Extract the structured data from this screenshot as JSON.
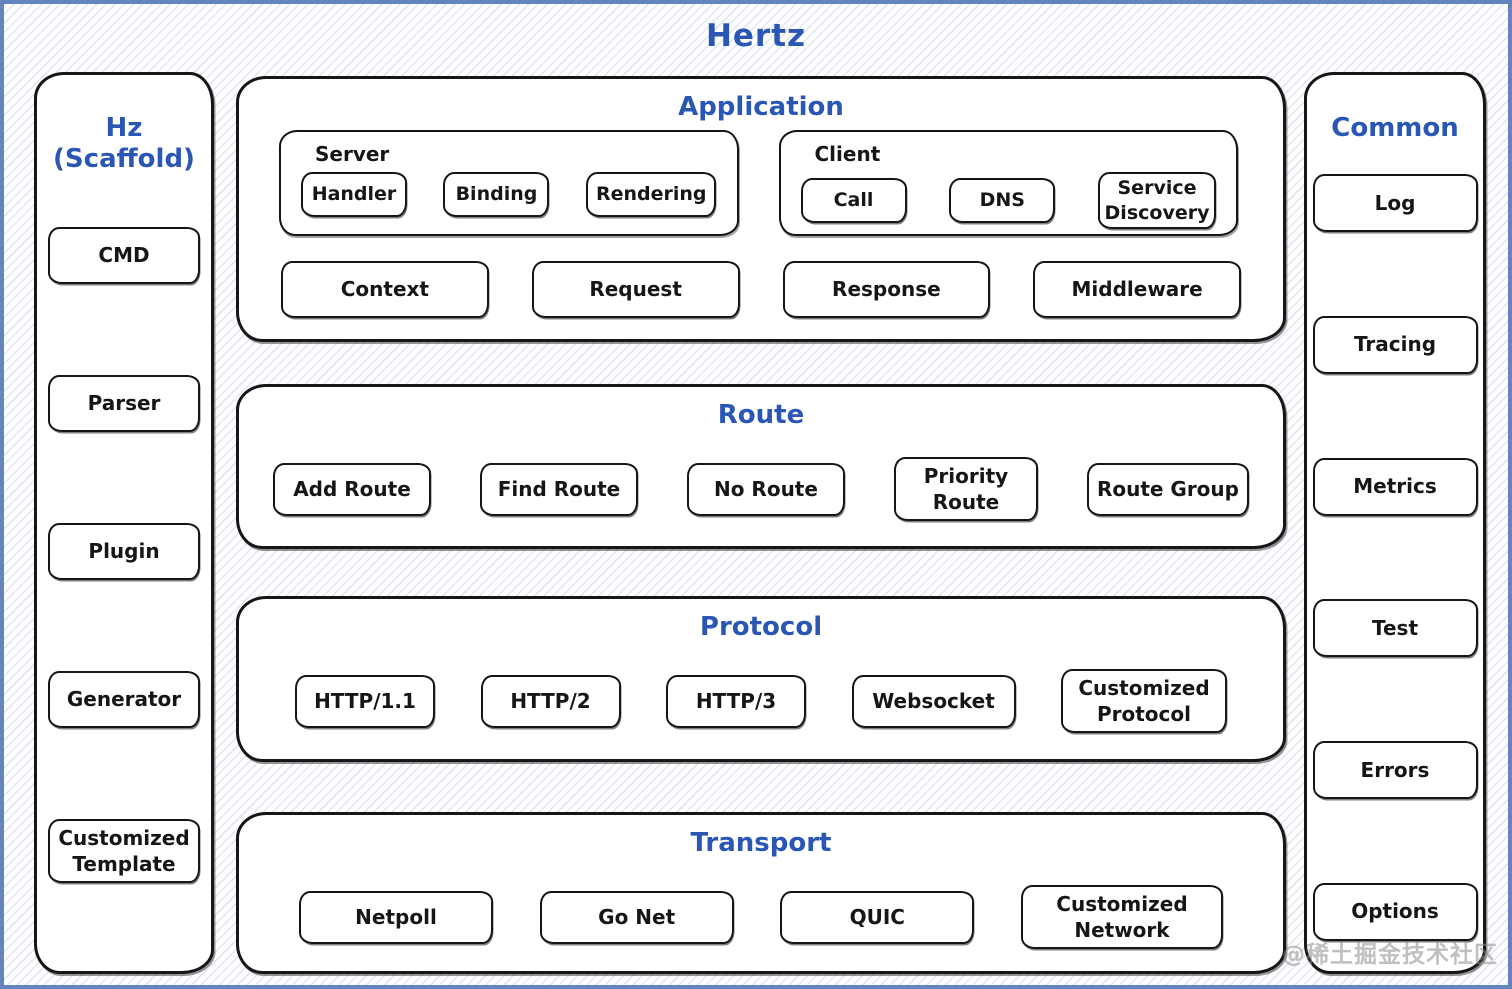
{
  "title": "Hertz",
  "colors": {
    "heading_blue": "#2b57b4",
    "box_border": "#161616",
    "frame_blue": "#6583bd",
    "hatch_blue": "#bccbe8",
    "panel_bg": "#ffffff",
    "watermark_gray": "#8c8c8c"
  },
  "left_sidebar": {
    "title_line1": "Hz",
    "title_line2": "(Scaffold)",
    "items": [
      "CMD",
      "Parser",
      "Plugin",
      "Generator",
      "Customized Template"
    ]
  },
  "right_sidebar": {
    "title": "Common",
    "items": [
      "Log",
      "Tracing",
      "Metrics",
      "Test",
      "Errors",
      "Options"
    ]
  },
  "application": {
    "title": "Application",
    "server_group": {
      "label": "Server",
      "items": [
        "Handler",
        "Binding",
        "Rendering"
      ]
    },
    "client_group": {
      "label": "Client",
      "items": [
        "Call",
        "DNS",
        "Service Discovery"
      ]
    },
    "bottom_row": [
      "Context",
      "Request",
      "Response",
      "Middleware"
    ]
  },
  "route": {
    "title": "Route",
    "items": [
      "Add Route",
      "Find Route",
      "No Route",
      "Priority Route",
      "Route Group"
    ]
  },
  "protocol": {
    "title": "Protocol",
    "items": [
      "HTTP/1.1",
      "HTTP/2",
      "HTTP/3",
      "Websocket",
      "Customized Protocol"
    ]
  },
  "transport": {
    "title": "Transport",
    "items": [
      "Netpoll",
      "Go Net",
      "QUIC",
      "Customized Network"
    ]
  },
  "watermark": "@稀土掘金技术社区"
}
